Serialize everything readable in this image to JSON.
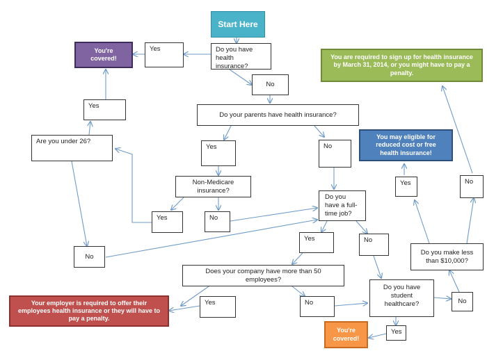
{
  "nodes": {
    "start": "Start Here",
    "q_have_insurance": "Do you have health insurance?",
    "a1_yes": "Yes",
    "covered_top": "You're covered!",
    "a1_no": "No",
    "q_parents": "Do your parents have health insurance?",
    "a2_yes": "Yes",
    "a2_no": "No",
    "q_non_medicare": "Non-Medicare insurance?",
    "a3_yes": "Yes",
    "a3_no": "No",
    "q_under26": "Are you under 26?",
    "a4_yes": "Yes",
    "a4_no": "No",
    "q_fulltime": "Do you have a full-time job?",
    "a5_yes": "Yes",
    "a5_no": "No",
    "q_50emp": "Does your company have more than 50 employees?",
    "a6_yes": "Yes",
    "a6_no": "No",
    "employer_req": "Your employer is required to offer their employees health insurance or they will have to pay a penalty.",
    "q_student": "Do you have student healthcare?",
    "a7_yes": "Yes",
    "a7_no": "No",
    "covered_bottom": "You're covered!",
    "q_income": "Do you make less than $10,000?",
    "a8_yes": "Yes",
    "a8_no": "No",
    "eligible": "You may eligible for reduced cost or free health insurance!",
    "required": "You are required to sign up for health insurance by March 31, 2014, or you might have to pay a penalty."
  },
  "colors": {
    "start": "#4bb3c9",
    "covered_top": "#8064a2",
    "required": "#9bbb59",
    "eligible": "#4f81bd",
    "employer_req": "#c0504d",
    "covered_bottom": "#f79646",
    "arrow": "#6f9bc8"
  }
}
